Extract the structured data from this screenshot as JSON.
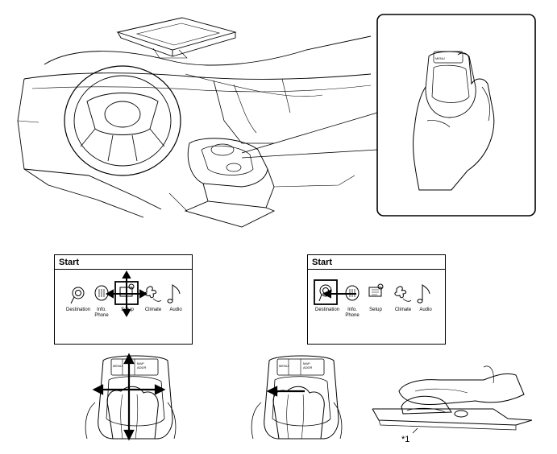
{
  "screen_left": {
    "title": "Start",
    "menu": {
      "destination": "Destination",
      "info_phone_1": "Info.",
      "info_phone_2": "Phone",
      "setup": "Setup",
      "climate": "Climate",
      "audio": "Audio"
    }
  },
  "screen_right": {
    "title": "Start",
    "menu": {
      "destination": "Destination",
      "info_phone_1": "Info.",
      "info_phone_2": "Phone",
      "setup": "Setup",
      "climate": "Climate",
      "audio": "Audio"
    }
  },
  "controller_buttons": {
    "menu": "MENU",
    "map_1": "MAP",
    "map_2": "ADDR"
  },
  "callout": "*1"
}
